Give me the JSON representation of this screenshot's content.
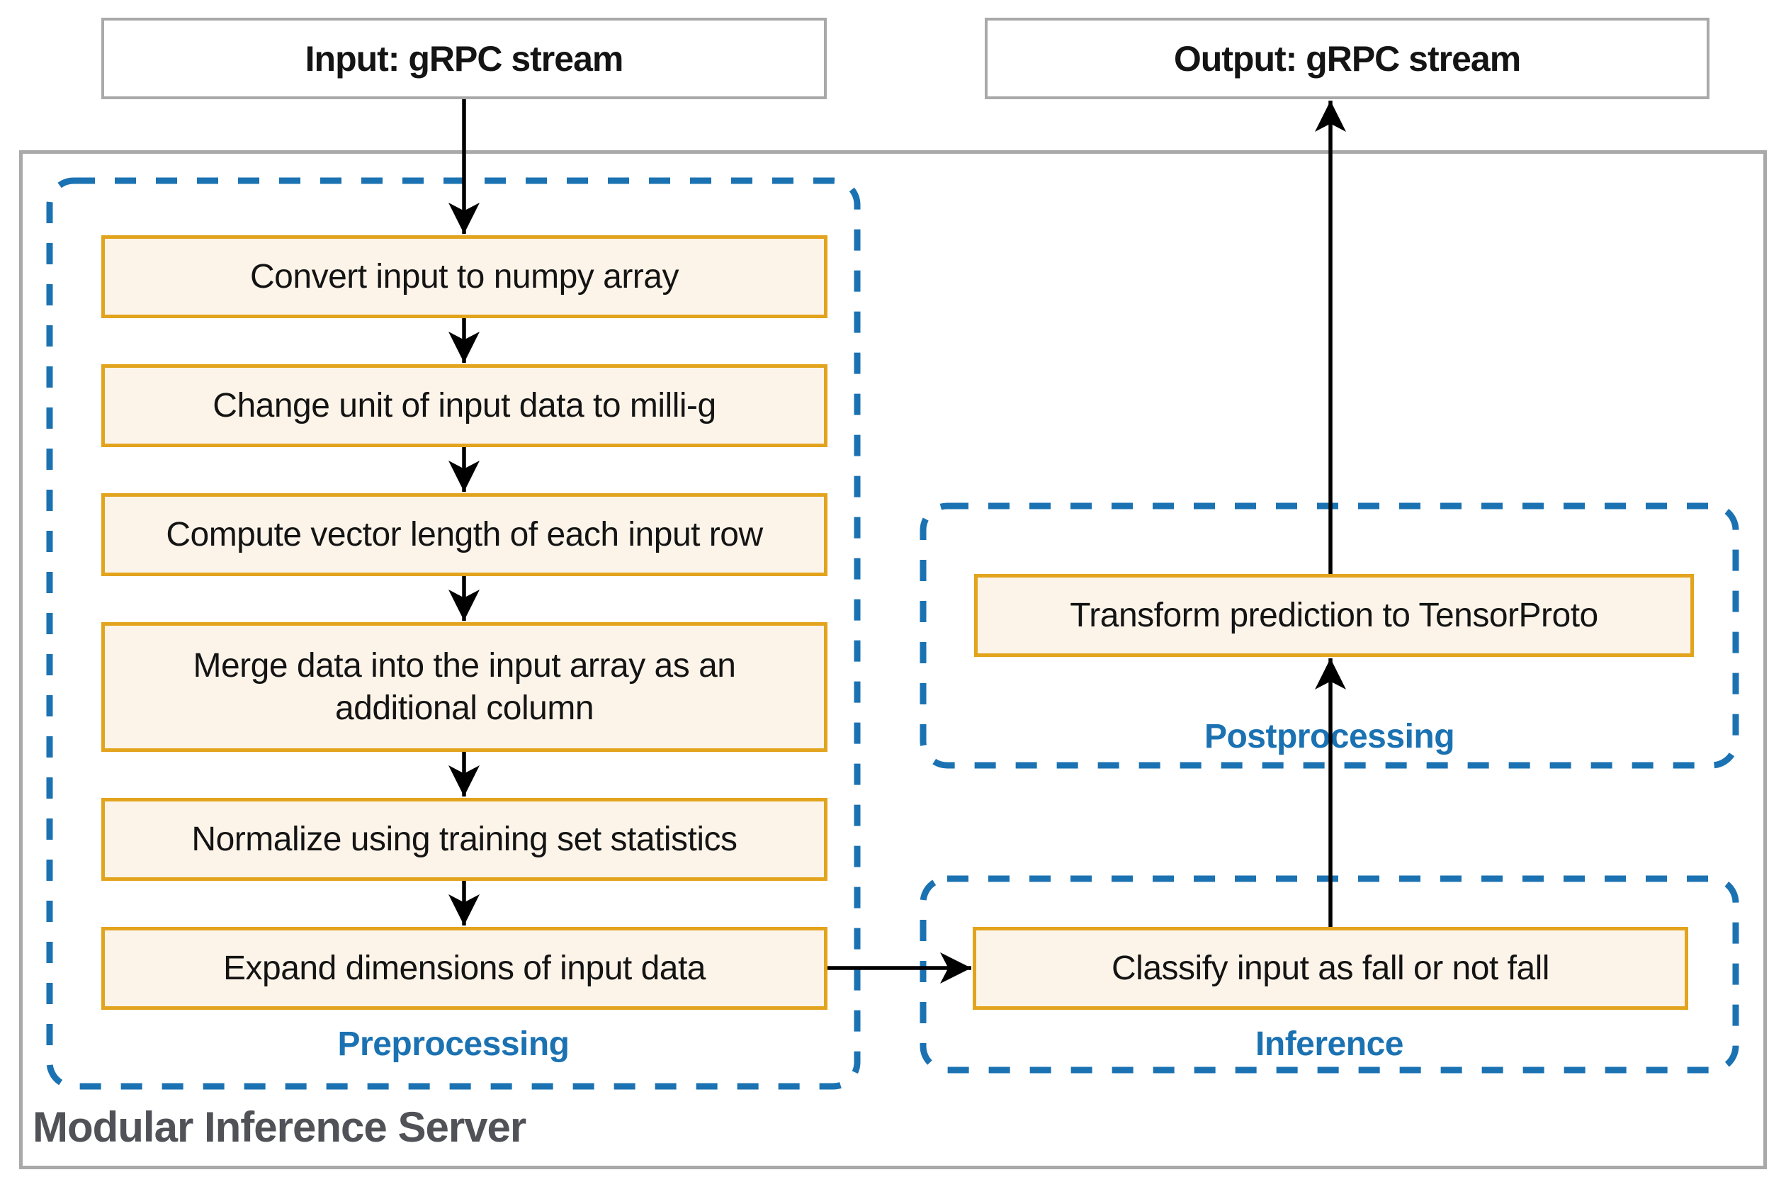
{
  "title": "Modular Inference Server",
  "io": {
    "input": "Input: gRPC stream",
    "output": "Output: gRPC stream"
  },
  "groups": {
    "preprocessing": {
      "label": "Preprocessing",
      "steps": [
        "Convert input to numpy array",
        "Change unit of input data to milli-g",
        "Compute vector length of each input row",
        "Merge data into the input array as an\nadditional column",
        "Normalize using training set statistics",
        "Expand dimensions of input data"
      ]
    },
    "inference": {
      "label": "Inference",
      "steps": [
        "Classify input as fall or not fall"
      ]
    },
    "postprocessing": {
      "label": "Postprocessing",
      "steps": [
        "Transform prediction to TensorProto"
      ]
    }
  },
  "colors": {
    "accent_blue": "#1B72B2",
    "accent_orange": "#E2A31D",
    "box_fill": "#FDF4E9",
    "frame_gray": "#A9A9A9",
    "title_gray": "#515257",
    "text_black": "#141414",
    "arrow_black": "#000000"
  }
}
